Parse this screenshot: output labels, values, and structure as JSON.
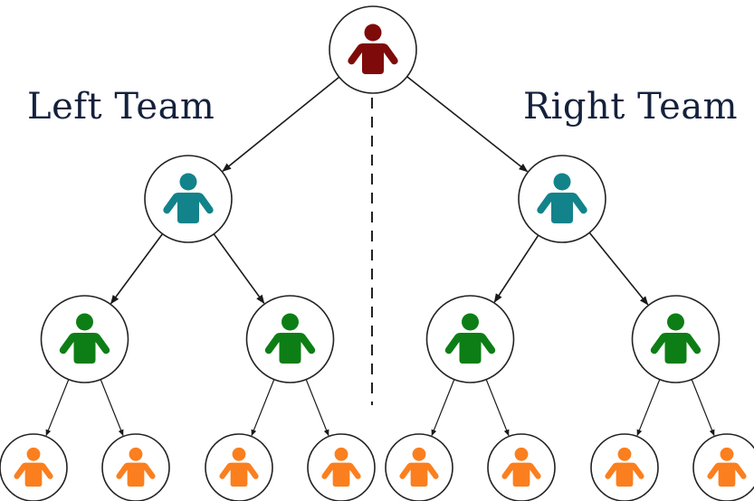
{
  "labels": {
    "left_team": "Left Team",
    "right_team": "Right Team"
  },
  "colors": {
    "root": "#7f0a0a",
    "level1": "#12838a",
    "level2": "#0d7e15",
    "level3": "#fb7f1e",
    "node_border": "#222222",
    "edge": "#1a1a1a"
  },
  "tree": {
    "id": "root",
    "level": 0,
    "children": [
      {
        "id": "left-lead",
        "level": 1,
        "children": [
          {
            "id": "left-a",
            "level": 2,
            "children": [
              {
                "id": "left-a1",
                "level": 3
              },
              {
                "id": "left-a2",
                "level": 3
              }
            ]
          },
          {
            "id": "left-b",
            "level": 2,
            "children": [
              {
                "id": "left-b1",
                "level": 3
              },
              {
                "id": "left-b2",
                "level": 3
              }
            ]
          }
        ]
      },
      {
        "id": "right-lead",
        "level": 1,
        "children": [
          {
            "id": "right-a",
            "level": 2,
            "children": [
              {
                "id": "right-a1",
                "level": 3
              },
              {
                "id": "right-a2",
                "level": 3
              }
            ]
          },
          {
            "id": "right-b",
            "level": 2,
            "children": [
              {
                "id": "right-b1",
                "level": 3
              },
              {
                "id": "right-b2",
                "level": 3
              }
            ]
          }
        ]
      }
    ]
  },
  "icons": {
    "node": "person-icon"
  }
}
